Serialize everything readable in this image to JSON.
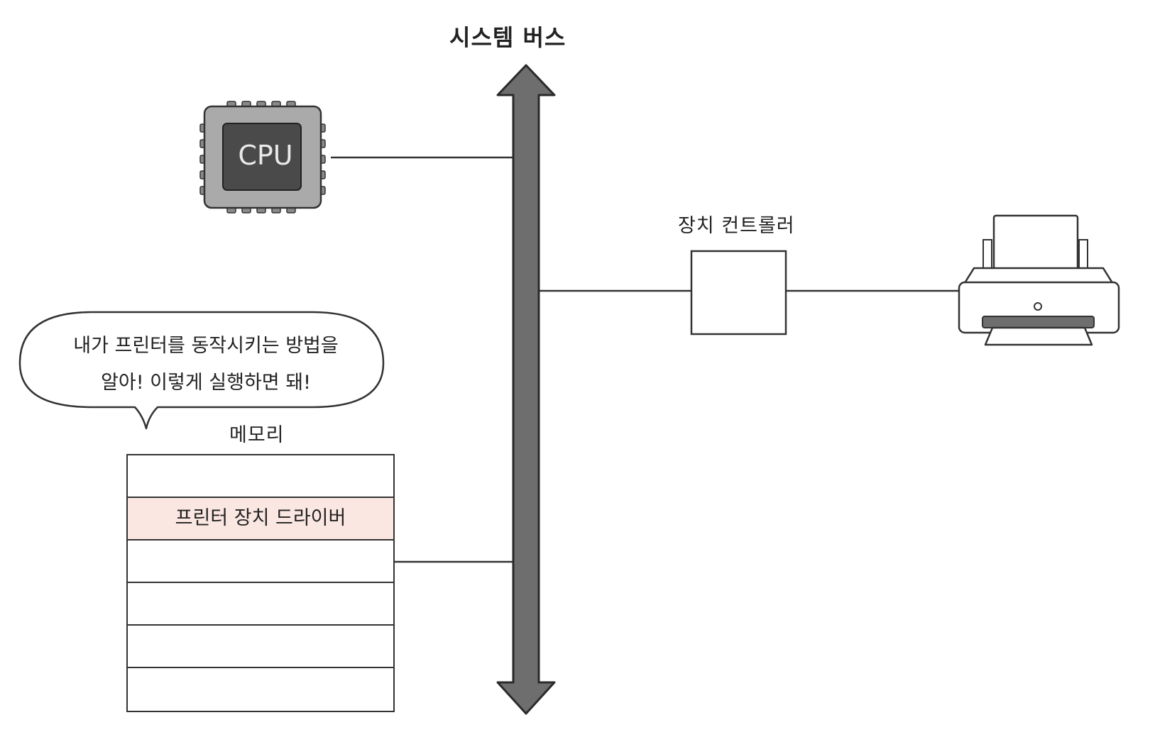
{
  "bus": {
    "label": "시스템 버스",
    "color": "#6e6e6e"
  },
  "cpu": {
    "label": "CPU",
    "body_color": "#aaaaaa",
    "die_color": "#4a4a4a"
  },
  "controller": {
    "label": "장치 컨트롤러"
  },
  "printer": {
    "icon": "printer-icon"
  },
  "memory": {
    "label": "메모리",
    "rows": [
      {
        "text": "",
        "highlight": false
      },
      {
        "text": "프린터 장치 드라이버",
        "highlight": true
      },
      {
        "text": "",
        "highlight": false
      },
      {
        "text": "",
        "highlight": false
      },
      {
        "text": "",
        "highlight": false
      },
      {
        "text": "",
        "highlight": false
      }
    ],
    "highlight_color": "#fbe7e2"
  },
  "speech_bubble": {
    "line1": "내가 프린터를 동작시키는 방법을",
    "line2": "알아! 이렇게 실행하면 돼!"
  }
}
